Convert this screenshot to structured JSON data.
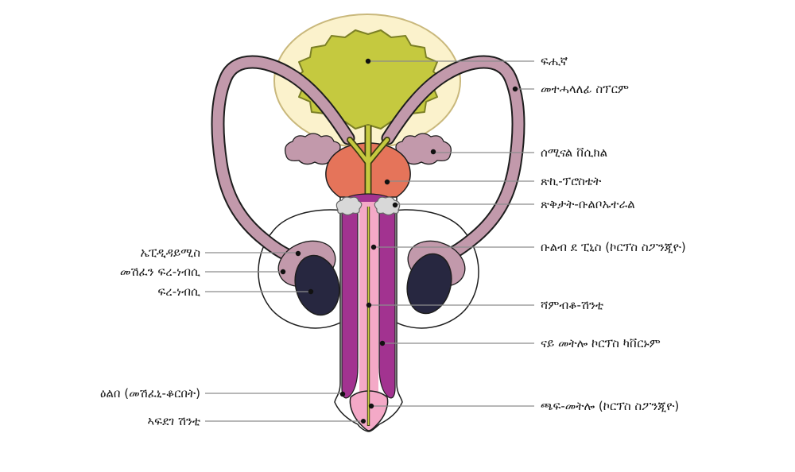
{
  "figure": {
    "type": "anatomy-diagram",
    "subject": "male reproductive system (labels in Tigrinya / Ge'ez script)"
  },
  "labels_left": [
    {
      "id": "epididymis",
      "text": "ኤፒዲዳይሚስ"
    },
    {
      "id": "testis-covering",
      "text": "መሽፈን ፍረ-ነብሲ"
    },
    {
      "id": "testis",
      "text": "ፍረ-ነብሲ"
    },
    {
      "id": "foreskin",
      "text": "ዕልበ (መሽፈኒ-ቆርበት)"
    },
    {
      "id": "urethral-opening",
      "text": "ኣፍደገ ሽንቲ"
    }
  ],
  "labels_right": [
    {
      "id": "bladder",
      "text": "ፍሒኛ"
    },
    {
      "id": "vas-deferens",
      "text": "መተሓላለፊ ስፕርም"
    },
    {
      "id": "seminal-vesicle",
      "text": "ሰሚናል ቨሲክል"
    },
    {
      "id": "prostate-gland",
      "text": "ጽኪ-ፕሮስቴት"
    },
    {
      "id": "bulbourethral-glands",
      "text": "ጽቅታት-ቡልቦኡተራል"
    },
    {
      "id": "bulb-of-penis",
      "text": "ቡልብ ደ ፒኒስ (ኮርፕስ ስፖንጂዮ)"
    },
    {
      "id": "urethra",
      "text": "ሻምብቆ-ሽንቲ"
    },
    {
      "id": "corpus-cavernosum",
      "text": "ናይ መትሎ ኮርፕስ ካቨርኑም"
    },
    {
      "id": "glans-penis",
      "text": "ጫፍ-መትሎ (ኮርፕስ ስፖንጂዮ)"
    }
  ],
  "colors": {
    "bladder_wall": "#FBF2CC",
    "bladder_wall_edge": "#C9B87C",
    "bladder": "#C5C93F",
    "bladder_edge": "#7C8026",
    "duct": "#C299AB",
    "prostate": "#E5745A",
    "gland": "#D8D8D8",
    "cavernosum": "#A23390",
    "spongiosum": "#F4A9C7",
    "testis": "#272740",
    "urethra": "#C5C93F",
    "outline": "#1e1e1e",
    "leader_line": "#8c8c8c",
    "leader_dot": "#111111",
    "text": "#1a1a1a"
  }
}
